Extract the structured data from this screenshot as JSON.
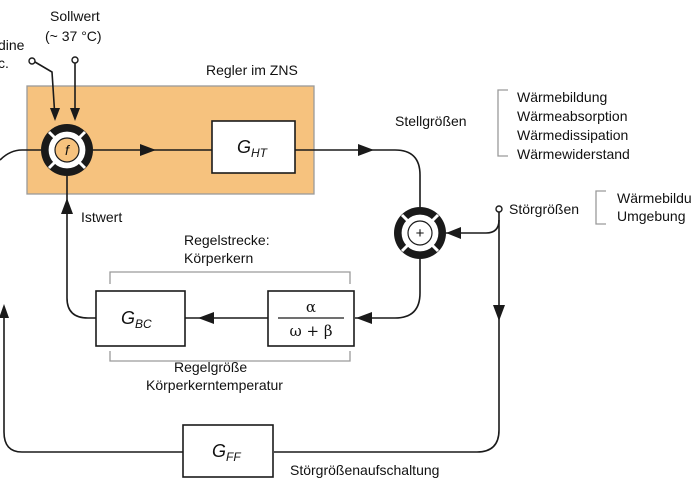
{
  "colors": {
    "controller_area": "#f6c27e",
    "controller_border": "#9a9a9a",
    "line": "#1a1a1a",
    "bracket": "#9a9a9a"
  },
  "labels": {
    "setpoint_title": "Sollwert",
    "setpoint_value": "(~ 37 °C)",
    "cut_top_1": "dine",
    "cut_top_2": "c.",
    "controller_title": "Regler im ZNS",
    "actual_value": "Istwert",
    "manipulated_vars": "Stellgrößen",
    "disturbances": "Störgrößen",
    "plant_title_1": "Regelstrecke:",
    "plant_title_2": "Körperkern",
    "controlled_var_1": "Regelgröße",
    "controlled_var_2": "Körperkerntemperatur",
    "feedforward": "Störgrößenaufschaltung"
  },
  "manipulated_list": [
    "Wärmebildung",
    "Wärmeabsorption",
    "Wärmedissipation",
    "Wärmewiderstand"
  ],
  "disturbance_list": [
    "Wärmebildu",
    "Umgebung"
  ],
  "blocks": {
    "ght": {
      "main": "G",
      "sub": "HT"
    },
    "gbc": {
      "main": "G",
      "sub": "BC"
    },
    "gff": {
      "main": "G",
      "sub": "FF"
    },
    "transfer": {
      "numerator": "α",
      "denominator": "ω + β"
    },
    "comparator": "f",
    "summer": "+"
  }
}
